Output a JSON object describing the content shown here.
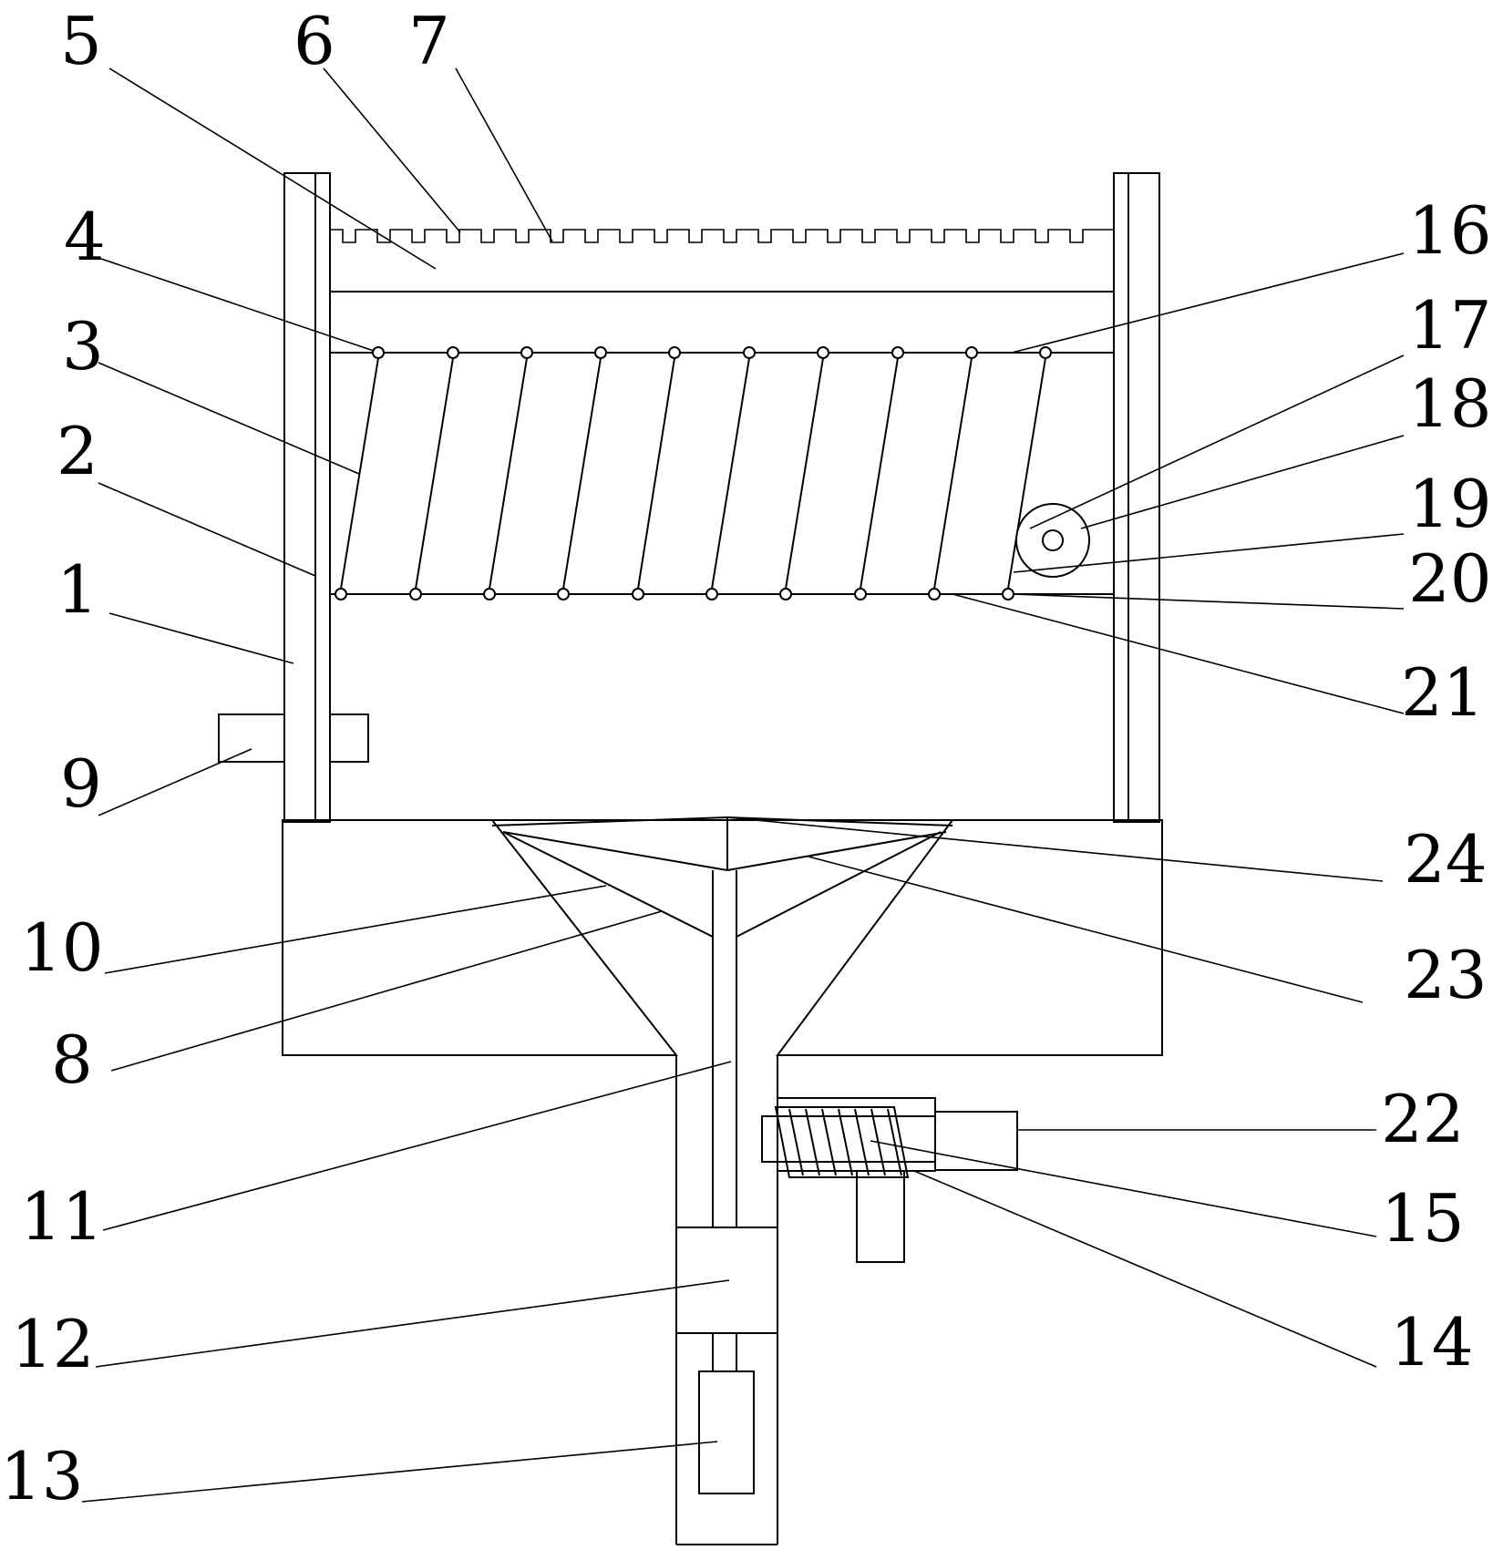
{
  "figure": {
    "description_free": true,
    "callouts": [
      {
        "id": "c1",
        "text": "1"
      },
      {
        "id": "c2",
        "text": "2"
      },
      {
        "id": "c3",
        "text": "3"
      },
      {
        "id": "c4",
        "text": "4"
      },
      {
        "id": "c5",
        "text": "5"
      },
      {
        "id": "c6",
        "text": "6"
      },
      {
        "id": "c7",
        "text": "7"
      },
      {
        "id": "c8",
        "text": "8"
      },
      {
        "id": "c9",
        "text": "9"
      },
      {
        "id": "c10",
        "text": "10"
      },
      {
        "id": "c11",
        "text": "11"
      },
      {
        "id": "c12",
        "text": "12"
      },
      {
        "id": "c13",
        "text": "13"
      },
      {
        "id": "c14",
        "text": "14"
      },
      {
        "id": "c15",
        "text": "15"
      },
      {
        "id": "c16",
        "text": "16"
      },
      {
        "id": "c17",
        "text": "17"
      },
      {
        "id": "c18",
        "text": "18"
      },
      {
        "id": "c19",
        "text": "19"
      },
      {
        "id": "c20",
        "text": "20"
      },
      {
        "id": "c21",
        "text": "21"
      },
      {
        "id": "c22",
        "text": "22"
      },
      {
        "id": "c23",
        "text": "23"
      },
      {
        "id": "c24",
        "text": "24"
      }
    ]
  },
  "colors": {
    "line": "#000000",
    "background": "#ffffff"
  }
}
